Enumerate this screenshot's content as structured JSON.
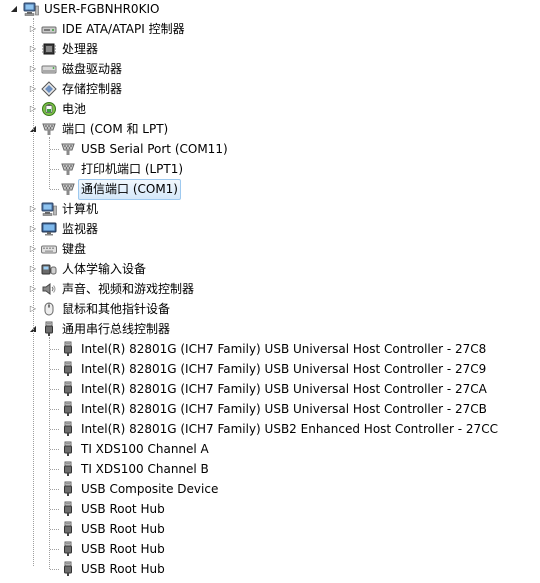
{
  "tree": {
    "root": {
      "label": "USER-FGBNHR0KIO",
      "icon": "computer-icon"
    },
    "categories": [
      {
        "label": "IDE ATA/ATAPI 控制器",
        "icon": "ide-controller-icon",
        "expanded": false
      },
      {
        "label": "处理器",
        "icon": "processor-icon",
        "expanded": false
      },
      {
        "label": "磁盘驱动器",
        "icon": "disk-drive-icon",
        "expanded": false
      },
      {
        "label": "存储控制器",
        "icon": "storage-controller-icon",
        "expanded": false
      },
      {
        "label": "电池",
        "icon": "battery-icon",
        "expanded": false
      },
      {
        "label": "端口 (COM 和 LPT)",
        "icon": "port-icon",
        "expanded": true,
        "children": [
          {
            "label": "USB Serial Port (COM11)",
            "icon": "port-icon"
          },
          {
            "label": "打印机端口 (LPT1)",
            "icon": "port-icon"
          },
          {
            "label": "通信端口 (COM1)",
            "icon": "port-icon",
            "selected": true
          }
        ]
      },
      {
        "label": "计算机",
        "icon": "computer-icon",
        "expanded": false
      },
      {
        "label": "监视器",
        "icon": "monitor-icon",
        "expanded": false
      },
      {
        "label": "键盘",
        "icon": "keyboard-icon",
        "expanded": false
      },
      {
        "label": "人体学输入设备",
        "icon": "hid-icon",
        "expanded": false
      },
      {
        "label": "声音、视频和游戏控制器",
        "icon": "speaker-icon",
        "expanded": false
      },
      {
        "label": "鼠标和其他指针设备",
        "icon": "mouse-icon",
        "expanded": false
      },
      {
        "label": "通用串行总线控制器",
        "icon": "usb-icon",
        "expanded": true,
        "children": [
          {
            "label": "Intel(R) 82801G (ICH7 Family) USB Universal Host Controller - 27C8",
            "icon": "usb-icon"
          },
          {
            "label": "Intel(R) 82801G (ICH7 Family) USB Universal Host Controller - 27C9",
            "icon": "usb-icon"
          },
          {
            "label": "Intel(R) 82801G (ICH7 Family) USB Universal Host Controller - 27CA",
            "icon": "usb-icon"
          },
          {
            "label": "Intel(R) 82801G (ICH7 Family) USB Universal Host Controller - 27CB",
            "icon": "usb-icon"
          },
          {
            "label": "Intel(R) 82801G (ICH7 Family) USB2 Enhanced Host Controller - 27CC",
            "icon": "usb-icon"
          },
          {
            "label": "TI XDS100 Channel A",
            "icon": "usb-icon"
          },
          {
            "label": "TI XDS100 Channel B",
            "icon": "usb-icon"
          },
          {
            "label": "USB Composite Device",
            "icon": "usb-icon"
          },
          {
            "label": "USB Root Hub",
            "icon": "usb-icon"
          },
          {
            "label": "USB Root Hub",
            "icon": "usb-icon"
          },
          {
            "label": "USB Root Hub",
            "icon": "usb-icon"
          },
          {
            "label": "USB Root Hub",
            "icon": "usb-icon"
          }
        ]
      }
    ]
  },
  "colors": {
    "selection_bg": "#d5e8f9",
    "selection_border": "#9ec9ef",
    "tree_line": "#a0a0a0"
  }
}
